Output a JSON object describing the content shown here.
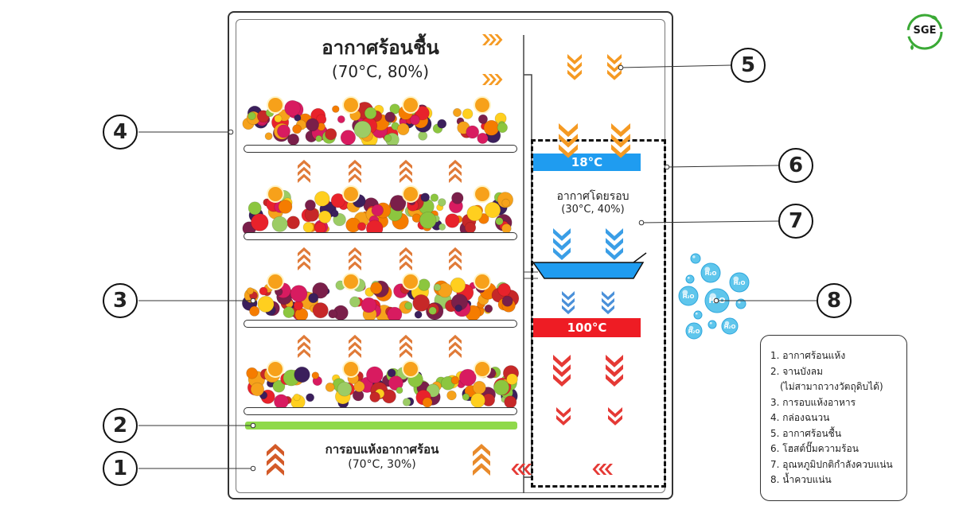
{
  "diagram": {
    "title": "อากาศร้อนชื้น",
    "title_conditions": "(70°C, 80%)",
    "bottom_title": "การอบแห้งอากาศร้อน",
    "bottom_conditions": "(70°C, 30%)",
    "cold_temp": "18°C",
    "hot_temp": "100°C",
    "ambient_title": "อากาศโดยรอบ",
    "ambient_conditions": "(30°C, 40%)",
    "water_label": "H₂O",
    "callout_numbers": [
      "1",
      "2",
      "3",
      "4",
      "5",
      "6",
      "7",
      "8"
    ]
  },
  "legend": {
    "items": [
      "1. อากาศร้อนแห้ง",
      "2. จานบังลม",
      "(ไม่สามาถวางวัตถุดิบได้)",
      "3. การอบแห้งอาหาร",
      "4. กล่องฉนวน",
      "5. อากาศร้อนชื้น",
      "6. โฮสต์ปั๊มความร้อน",
      "7. อุณหภูมิปกติกำลังควบแน่น",
      "8. น้ำควบแน่น"
    ]
  },
  "logo": {
    "text": "SGE",
    "color": "#3aa935"
  },
  "colors": {
    "orange_arrow": "#f59a23",
    "blue_bar": "#1f9cf0",
    "red_bar": "#ee1c24",
    "green_bar": "#8fd94a"
  }
}
